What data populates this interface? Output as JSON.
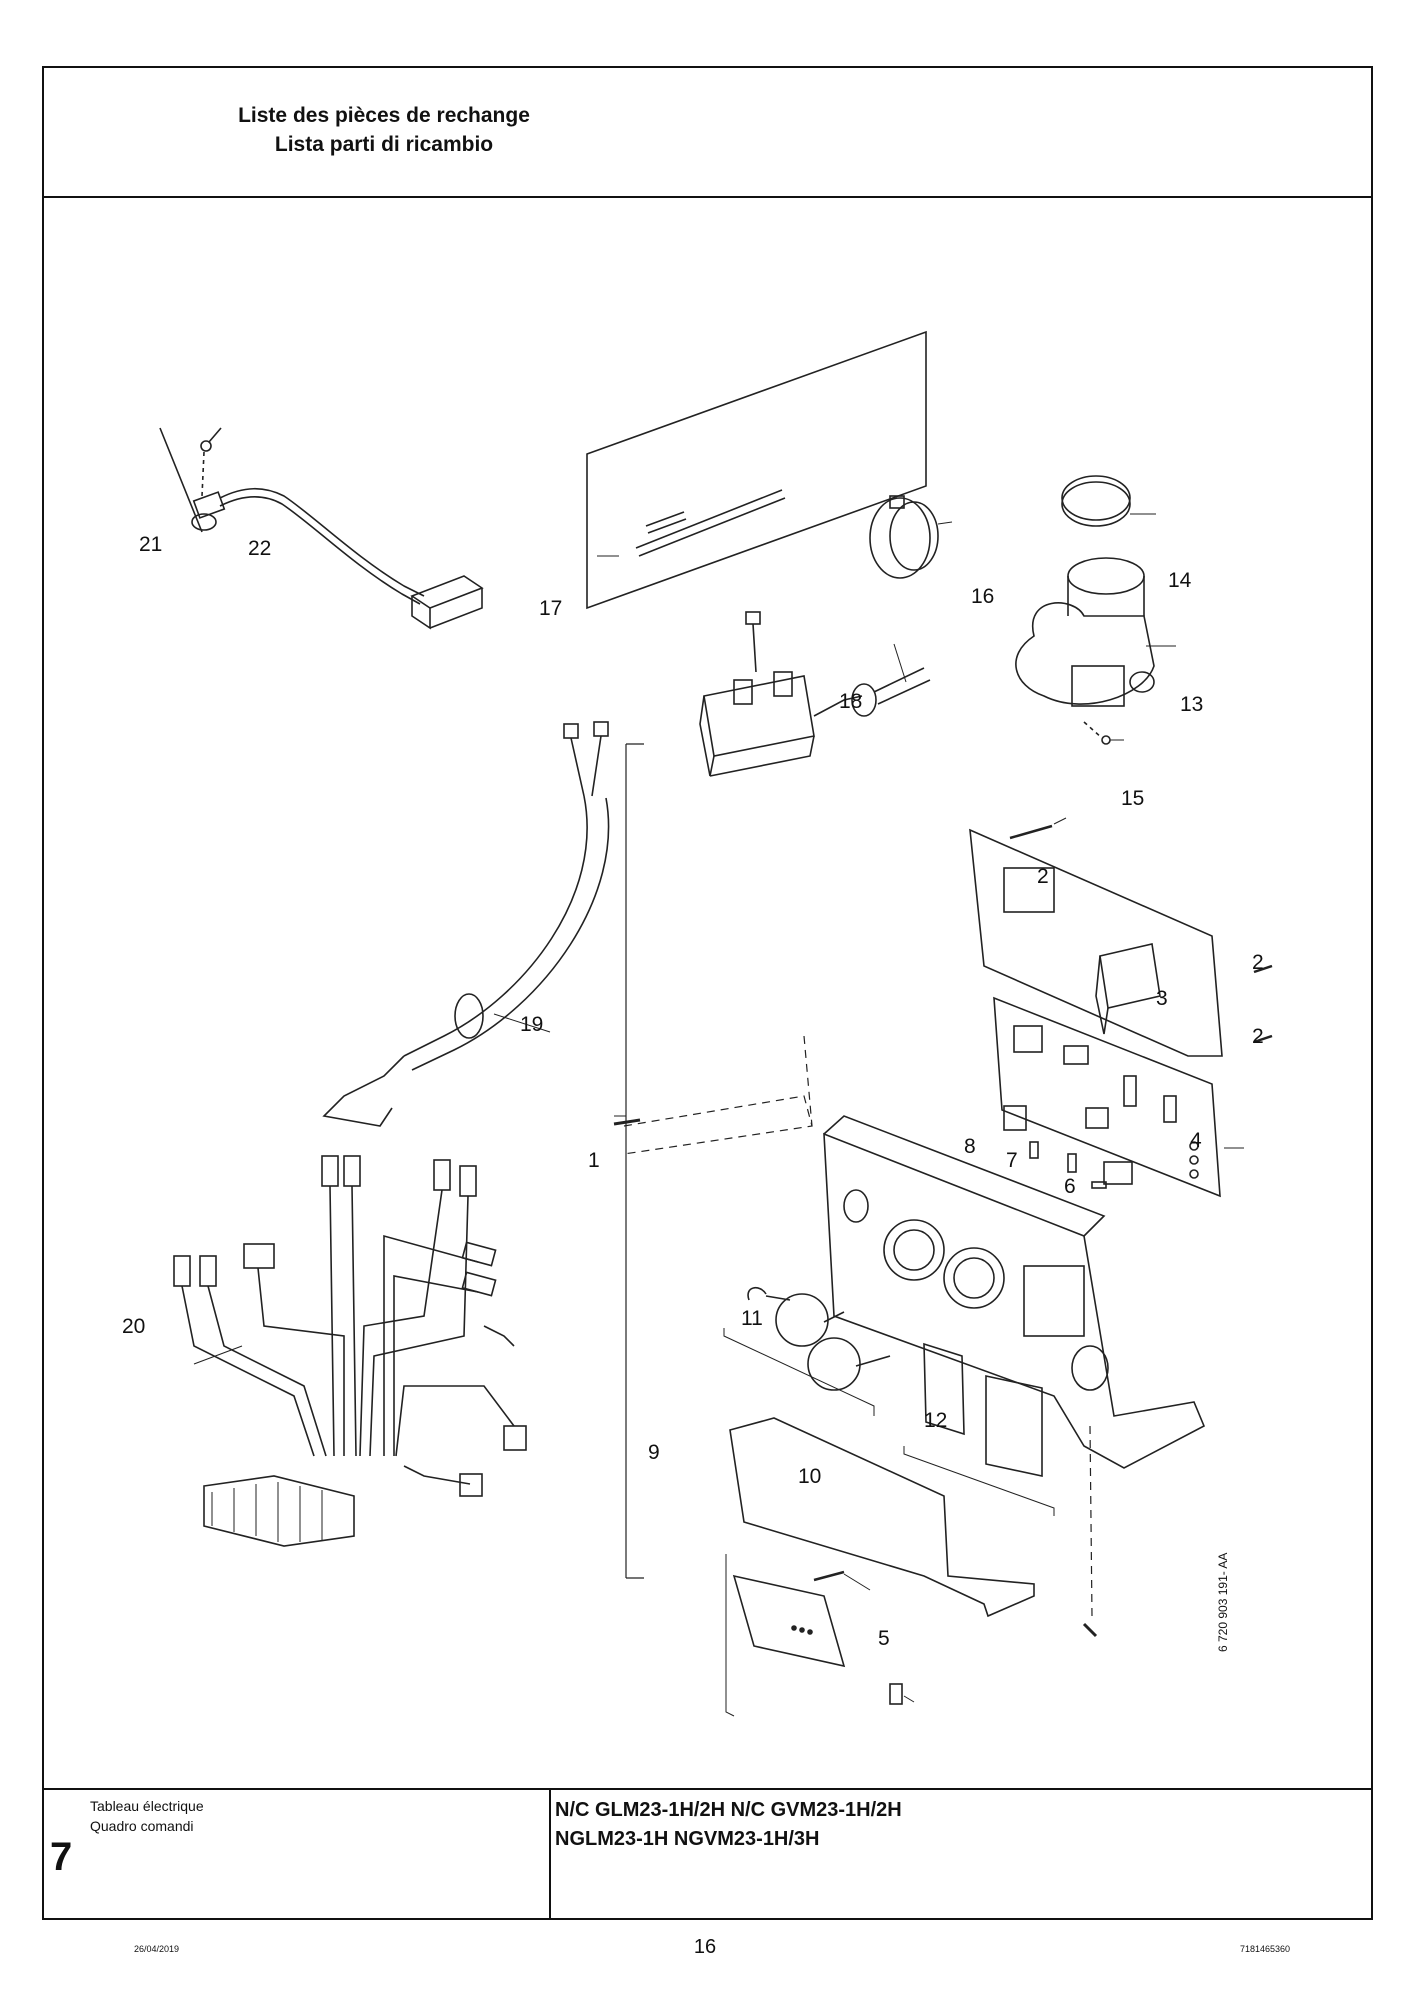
{
  "header": {
    "title_fr": "Liste des pièces de rechange",
    "title_it": "Lista parti di ricambio"
  },
  "drawing": {
    "reference": "6 720 903 191- AA",
    "callouts": {
      "p1": "1",
      "p2a": "2",
      "p2b": "2",
      "p2c": "2",
      "p3": "3",
      "p4": "4",
      "p5": "5",
      "p6": "6",
      "p7": "7",
      "p8": "8",
      "p9": "9",
      "p10": "10",
      "p11": "11",
      "p12": "12",
      "p13": "13",
      "p14": "14",
      "p15": "15",
      "p16": "16",
      "p17": "17",
      "p18": "18",
      "p19": "19",
      "p20": "20",
      "p21": "21",
      "p22": "22"
    }
  },
  "footer": {
    "section_fr": "Tableau électrique",
    "section_it": "Quadro comandi",
    "section_number": "7",
    "models_line1": "N/C GLM23-1H/2H N/C GVM23-1H/2H",
    "models_line2": "NGLM23-1H NGVM23-1H/3H"
  },
  "page": {
    "date": "26/04/2019",
    "number": "16",
    "doc_code": "7181465360"
  }
}
